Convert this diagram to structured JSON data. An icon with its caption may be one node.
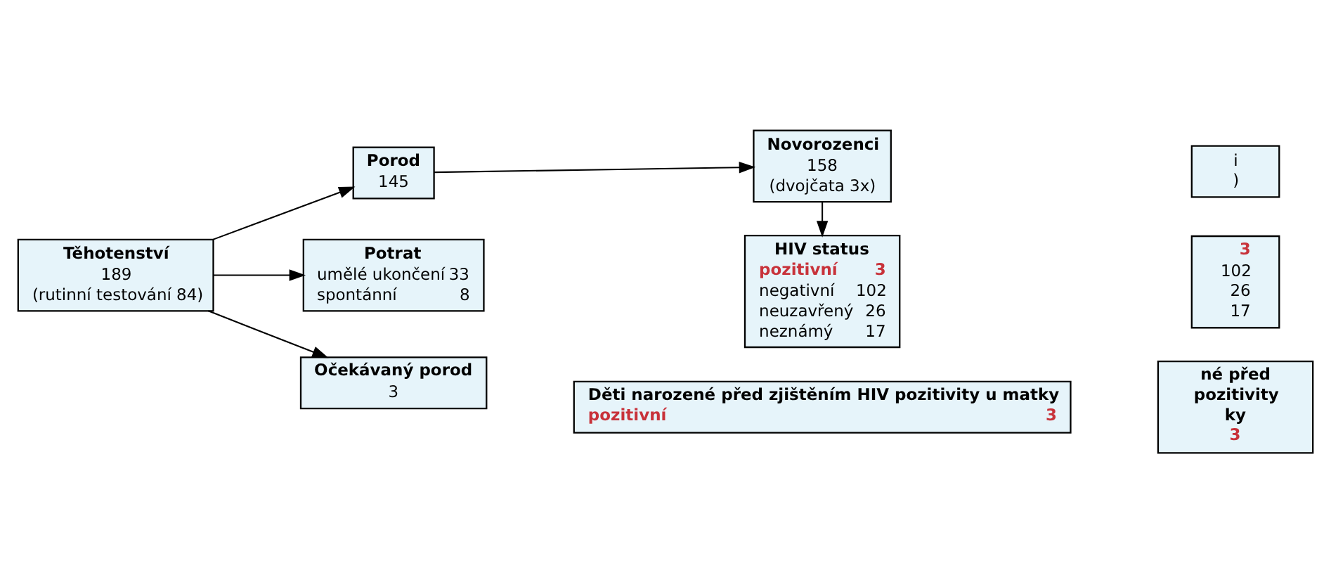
{
  "diagram": {
    "nodes": [
      {
        "text": [
          "Těhotenství",
          "189",
          "(rutinní testování 84)"
        ]
      },
      {
        "text": [
          "Porod",
          "145"
        ]
      },
      {
        "text": [
          "Potrat",
          "umělé ukončení",
          "33",
          "spontánní",
          "8"
        ]
      },
      {
        "text": [
          "Očekávaný porod",
          "3"
        ]
      },
      {
        "text": [
          "Novorozenci",
          "158",
          "(dvojčata 3x)"
        ]
      },
      {
        "text": [
          "HIV status",
          "pozitivní",
          "3",
          "negativní",
          "102",
          "neuzavřený",
          "26",
          "neznámý",
          "17"
        ]
      },
      {
        "text": [
          "Děti narozené před zjištěním HIV pozitivity u matky",
          "pozitivní",
          "3"
        ]
      },
      {
        "text": [
          "i",
          ")"
        ]
      },
      {
        "text": [
          "3",
          "102",
          "26",
          "17"
        ]
      },
      {
        "text": [
          "né před",
          "pozitivity",
          "ky",
          "3"
        ]
      }
    ],
    "edges": [
      {
        "from": 0,
        "to": 1,
        "arrow": "to"
      },
      {
        "from": 0,
        "to": 2,
        "arrow": "to"
      },
      {
        "from": 0,
        "to": 3,
        "arrow": "to"
      },
      {
        "from": 1,
        "to": 4,
        "arrow": "to"
      },
      {
        "from": 4,
        "to": 5,
        "arrow": "to"
      }
    ]
  }
}
